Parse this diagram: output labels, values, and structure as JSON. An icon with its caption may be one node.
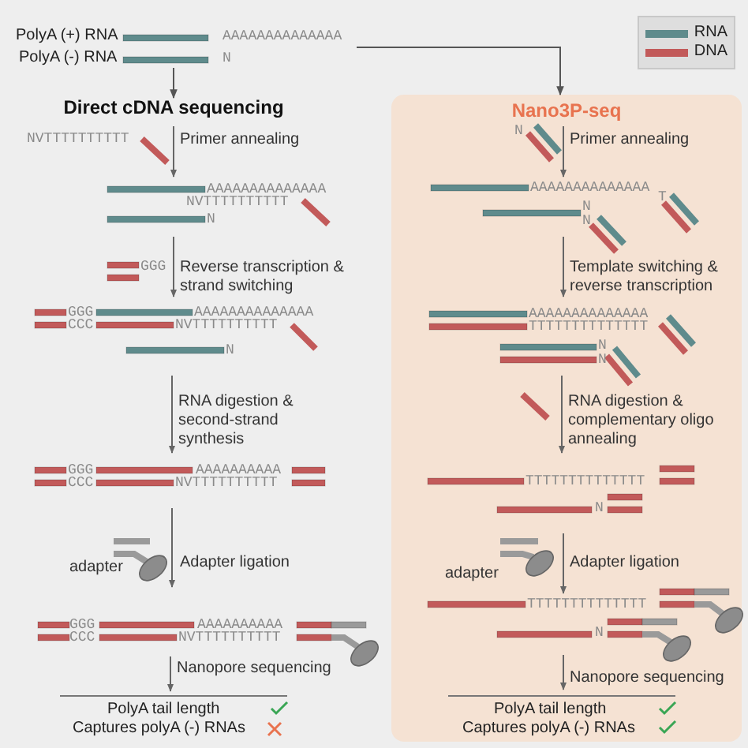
{
  "diagram": {
    "nodes": [
      {
        "text": [
          "PolyA (+) RNA",
          "AAAAAAAAAAAAAA",
          "PolyA (-) RNA",
          "N"
        ]
      },
      {
        "text": [
          "Direct cDNA sequencing"
        ]
      },
      {
        "text": [
          "Nano3P-seq"
        ]
      }
    ],
    "edges": [
      {
        "from": 0,
        "to": 1,
        "arrow": "to"
      },
      {
        "from": 0,
        "to": 2,
        "arrow": "to"
      }
    ],
    "labels": [
      "NVTTTTTTTTTT",
      "Primer annealing",
      "AAAAAAAAAAAAAA",
      "NVTTTTTTTTTT",
      "N",
      "GGG",
      "Reverse transcription & strand switching",
      "GGG",
      "AAAAAAAAAAAAAA",
      "CCC",
      "NVTTTTTTTTTT",
      "N",
      "RNA digestion & second-strand synthesis",
      "GGG",
      "AAAAAAAAAA",
      "CCC",
      "NVTTTTTTTTTT",
      "adapter",
      "Adapter ligation",
      "GGG",
      "AAAAAAAAAA",
      "CCC",
      "NVTTTTTTTTTT",
      "Nanopore sequencing",
      "PolyA tail length",
      "Captures polyA (-) RNAs",
      "N",
      "Primer annealing",
      "AAAAAAAAAAAAAA",
      "T",
      "N",
      "N",
      "Template switching & reverse transcription",
      "AAAAAAAAAAAAAA",
      "TTTTTTTTTTTTTT",
      "N",
      "N",
      "RNA digestion & complementary oligo annealing",
      "TTTTTTTTTTTTTT",
      "N",
      "adapter",
      "Adapter ligation",
      "TTTTTTTTTTTTTT",
      "N",
      "Nanopore sequencing",
      "PolyA tail length",
      "Captures polyA (-) RNAs"
    ],
    "legend": [
      {
        "text": "RNA",
        "color": "#5f8b8c"
      },
      {
        "text": "DNA",
        "color": "#c25a5a"
      }
    ]
  }
}
